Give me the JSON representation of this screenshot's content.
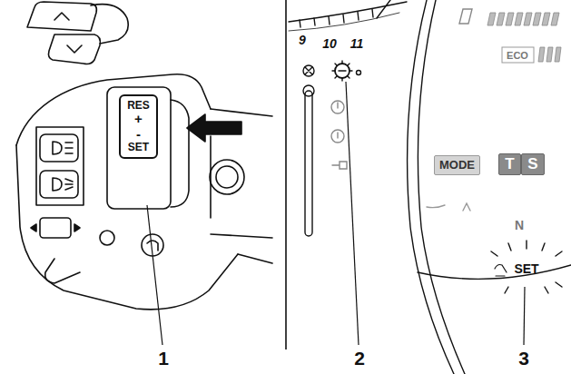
{
  "diagram": {
    "nodes": [
      {
        "text": [
          "RES",
          "+",
          "-",
          "SET"
        ]
      },
      {
        "text": [
          "MODE"
        ]
      },
      {
        "text": [
          "T"
        ]
      },
      {
        "text": [
          "S"
        ]
      }
    ],
    "labels": [
      "1",
      "2",
      "3",
      "SET",
      "ECO",
      "N",
      "9",
      "10",
      "11"
    ]
  }
}
